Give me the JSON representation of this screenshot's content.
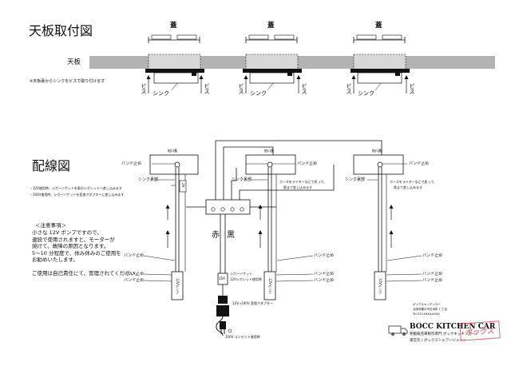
{
  "mount": {
    "title": "天板取付図",
    "lid_label": "蓋",
    "counter_label": "天板",
    "sink_label": "シンク",
    "screw_label": "ビス",
    "note": "※天板裏からシンクをビスで取り付けます"
  },
  "wiring": {
    "title": "配線図",
    "lid_top_label": "給口蓋",
    "band_label": "バンド止め",
    "sink_back_label": "シンク裏部",
    "hose_note_line1": "ホースをライターなどで炙って、",
    "hose_note_line2": "奥まで差し込みます",
    "pump_label": "12Vポンプ",
    "valve_label": "2A",
    "red_label": "赤",
    "black_label": "黒",
    "fuse_label": "15A",
    "socket_label_line1": "シガーソケット",
    "socket_label_line2": "12Vシガレット使用時",
    "adapter_label": "12V→100V 変換アダプター",
    "outlet_label": "100V コンセント使用時",
    "note_12v": "・12V使用時、シガーソケットを車のシガレットへ差し込みます",
    "note_100v": "・100V使用時、シガーソケットを変換アダプターに差し込みます",
    "caution_title": "＜注意事項＞",
    "caution_lines": [
      "小さな 12V ポンプですので、",
      "連続で使用されますと、モーターが",
      "焼けて、故障の原因となります。",
      "5〜10 分程度で、休み休みのご使用を",
      "お勧めいたします。",
      "",
      "ご使用は自己責任にて、管理されてください。"
    ]
  },
  "footer": {
    "company_small_line1": "ボックスキッチンカー",
    "company_small_line2": "大阪府豊中市庄本町 1 丁目",
    "company_small_line3": "Tel 070-XXXX-XXXX",
    "logo_text": "BOCC KITCHEN CAR",
    "logo_sub": "移動販売車製作専門 ボックキッチンカー",
    "logo_bottom": "運営元 / ボックスシェアージェシン",
    "stamp_text": "ボックス"
  },
  "colors": {
    "line": "#111111",
    "counter_fill": "#b3b3b3",
    "stamp": "#d45b6a"
  }
}
